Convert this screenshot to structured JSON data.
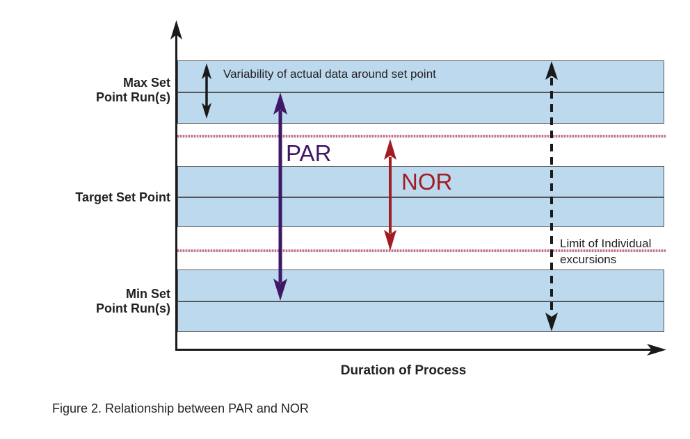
{
  "figure": {
    "caption": "Figure 2. Relationship between PAR and NOR",
    "x_axis_label": "Duration of Process"
  },
  "bands": {
    "max": {
      "line1": "Max Set",
      "line2": "Point Run(s)"
    },
    "target": {
      "line1": "Target Set Point"
    },
    "min": {
      "line1": "Min Set",
      "line2": "Point Run(s)"
    }
  },
  "annotations": {
    "variability": "Variability of actual data around set point",
    "par": "PAR",
    "nor": "NOR",
    "limit_line1": "Limit of Individual",
    "limit_line2": "excursions"
  },
  "arrows": [
    {
      "name": "variability-arrow",
      "meaning": "variability of actual data around set point",
      "color": "#1A1A1A"
    },
    {
      "name": "par-range-arrow",
      "meaning": "PAR range (max run centerline to min run centerline)",
      "color": "#3F1767"
    },
    {
      "name": "nor-range-arrow",
      "meaning": "NOR range (between excursion limit dotted lines)",
      "color": "#A21C24"
    },
    {
      "name": "excursion-limit-dashed-arrow",
      "meaning": "full span of individual excursion limits",
      "color": "#1A1A1A"
    }
  ],
  "colors": {
    "band_fill": "#BCD9EE",
    "band_border": "#55565A",
    "dotted_pink": "#C2718F",
    "par_purple": "#3F1767",
    "nor_red": "#A21C24",
    "ink": "#231F20"
  }
}
